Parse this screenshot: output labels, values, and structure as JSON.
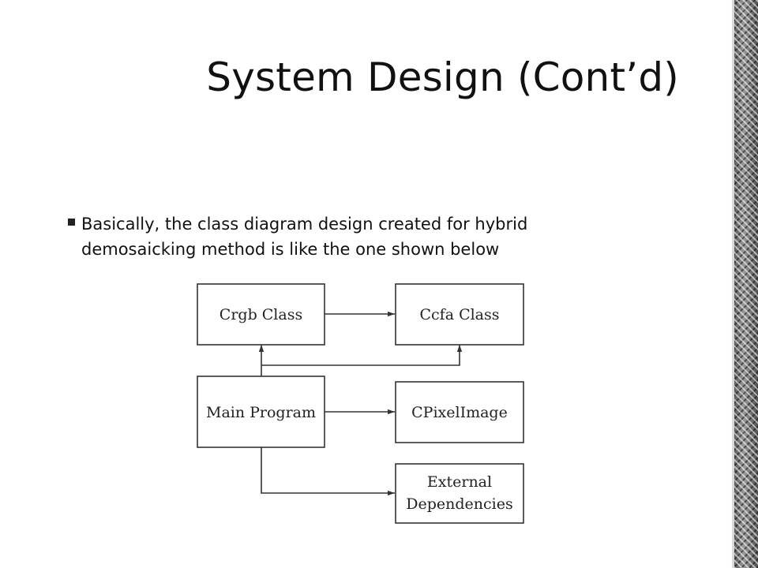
{
  "slide": {
    "title": "System Design (Cont’d)",
    "bullet": {
      "line1": "Basically, the class diagram design created for hybrid",
      "line2": "demosaicking method is like the one shown below"
    }
  },
  "diagram": {
    "boxes": {
      "crgb": "Crgb Class",
      "ccfa": "Ccfa Class",
      "main": "Main Program",
      "cpixel": "CPixelImage",
      "external_line1": "External",
      "external_line2": "Dependencies"
    }
  }
}
